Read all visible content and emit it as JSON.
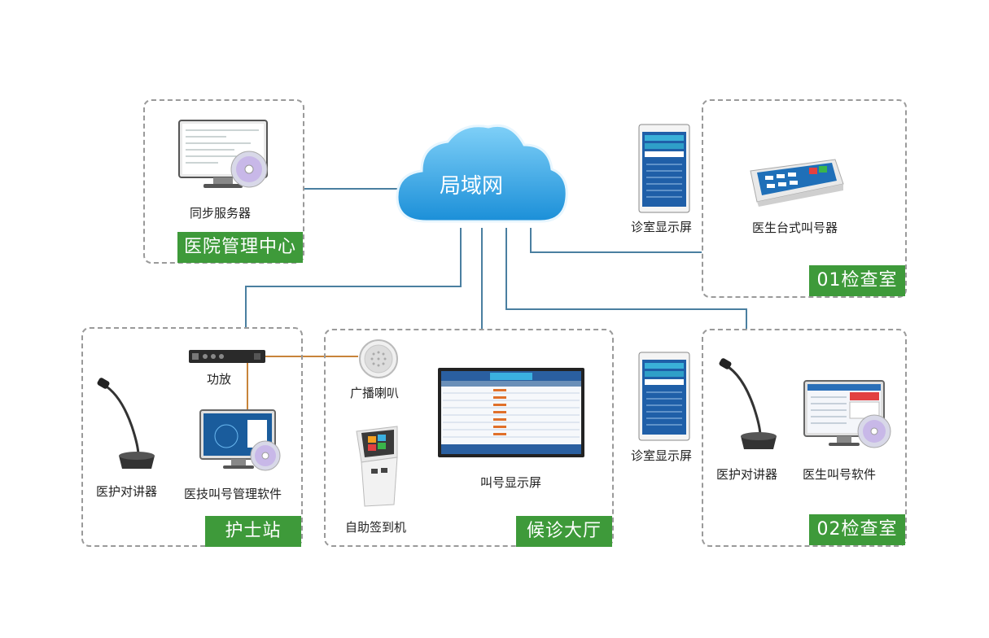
{
  "cloud": {
    "label": "局域网"
  },
  "zones": {
    "hospital_center": {
      "tag": "医院管理中心",
      "device_label": "同步服务器"
    },
    "exam01": {
      "tag": "01检查室",
      "display_label": "诊室显示屏",
      "device_label": "医生台式叫号器"
    },
    "nurse_station": {
      "tag": "护士站",
      "amp_label": "功放",
      "intercom_label": "医护对讲器",
      "software_label": "医技叫号管理软件"
    },
    "waiting_hall": {
      "tag": "候诊大厅",
      "speaker_label": "广播喇叭",
      "kiosk_label": "自助签到机",
      "display_label": "叫号显示屏"
    },
    "exam02": {
      "tag": "02检查室",
      "display_label": "诊室显示屏",
      "intercom_label": "医护对讲器",
      "software_label": "医生叫号软件"
    }
  },
  "colors": {
    "zone_tag": "#3e9a3a",
    "network_line": "#4a7fa0",
    "audio_line": "#c8843a",
    "cloud": "#2aa0e6"
  }
}
